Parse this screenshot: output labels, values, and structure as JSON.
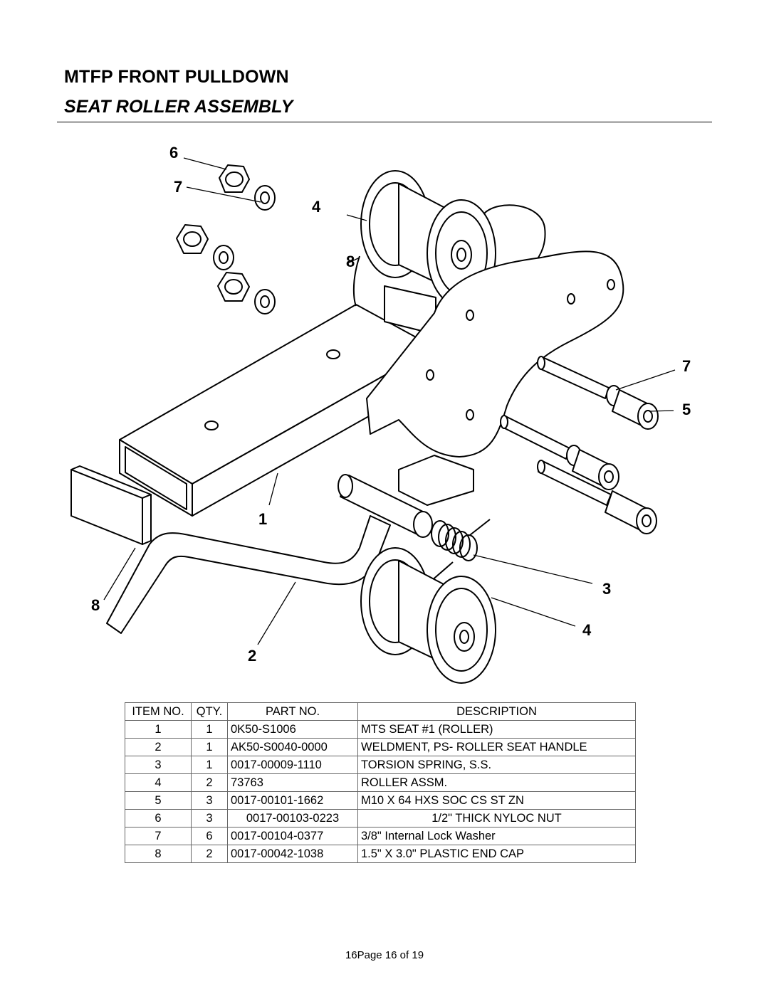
{
  "header": {
    "title": "MTFP FRONT PULLDOWN",
    "subtitle": "SEAT ROLLER ASSEMBLY"
  },
  "callouts": [
    "6",
    "7",
    "4",
    "8",
    "7",
    "5",
    "1",
    "3",
    "8",
    "4",
    "2"
  ],
  "table": {
    "headers": [
      "ITEM NO.",
      "QTY.",
      "PART NO.",
      "DESCRIPTION"
    ],
    "rows": [
      [
        "1",
        "1",
        "0K50-S1006",
        "MTS SEAT #1 (ROLLER)"
      ],
      [
        "2",
        "1",
        "AK50-S0040-0000",
        "WELDMENT, PS- ROLLER SEAT HANDLE"
      ],
      [
        "3",
        "1",
        "0017-00009-1110",
        "TORSION SPRING, S.S."
      ],
      [
        "4",
        "2",
        "73763",
        "ROLLER ASSM."
      ],
      [
        "5",
        "3",
        "0017-00101-1662",
        "M10 X 64 HXS SOC CS ST ZN"
      ],
      [
        "6",
        "3",
        "0017-00103-0223",
        "1/2\" THICK NYLOC NUT"
      ],
      [
        "7",
        "6",
        "0017-00104-0377",
        "3/8\" Internal Lock Washer"
      ],
      [
        "8",
        "2",
        "0017-00042-1038",
        "1.5\" X 3.0\" PLASTIC END CAP"
      ]
    ]
  },
  "footer": {
    "page_label": "16Page 16 of 19"
  }
}
